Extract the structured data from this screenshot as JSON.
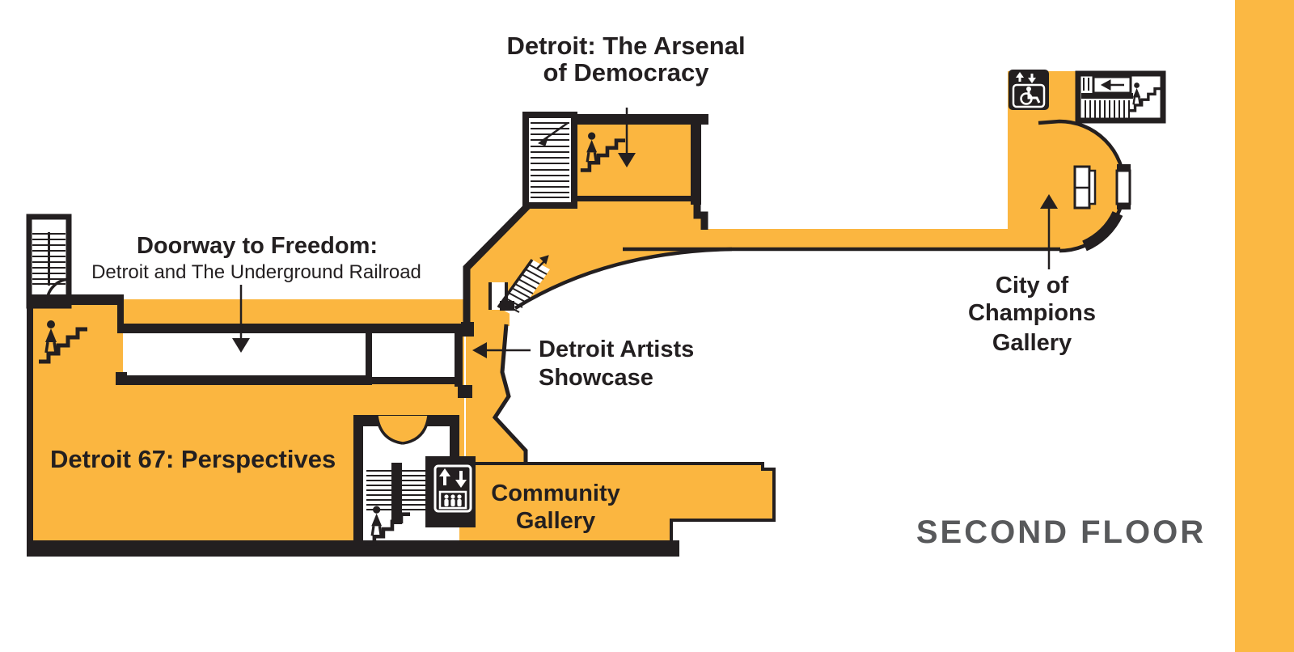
{
  "floor_plan": {
    "title": "SECOND FLOOR",
    "labels": {
      "arsenal": {
        "line1": "Detroit: The Arsenal",
        "line2": "of Democracy"
      },
      "doorway_to_freedom": {
        "line1": "Doorway to Freedom:",
        "line2": "Detroit and The Underground Railroad"
      },
      "artists_showcase": {
        "line1": "Detroit Artists",
        "line2": "Showcase"
      },
      "city_of_champions": {
        "line1": "City of",
        "line2": "Champions",
        "line3": "Gallery"
      },
      "detroit_67": {
        "label": "Detroit 67: Perspectives"
      },
      "community_gallery": {
        "line1": "Community",
        "line2": "Gallery"
      }
    },
    "icons": {
      "stairs": "person-climbing-stairs",
      "elevator": "elevator-up-down-people",
      "accessible_elevator": "wheelchair-accessible-elevator"
    },
    "colors": {
      "floor_fill": "#FBB640",
      "accent_bar": "#FBB843",
      "wall": "#231F20",
      "label_text": "#231F20",
      "floor_title_text": "#58595B",
      "background": "#FFFFFF"
    }
  }
}
